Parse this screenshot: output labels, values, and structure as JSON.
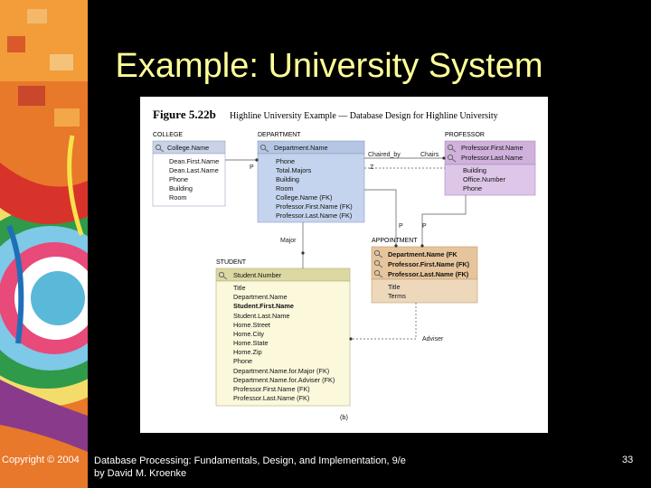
{
  "slide": {
    "title": "Example: University System",
    "copyright": "Copyright © 2004",
    "source_line1": "Database Processing: Fundamentals, Design, and Implementation, 9/e",
    "source_line2": "by David M. Kroenke",
    "page_number": "33"
  },
  "figure": {
    "label": "Figure 5.22b",
    "caption": "Highline University Example — Database Design for Highline University",
    "panel_tag": "(b)",
    "entities": {
      "college": {
        "name": "COLLEGE",
        "keys": [
          "College.Name"
        ],
        "attributes": [
          "Dean.First.Name",
          "Dean.Last.Name",
          "Phone",
          "Building",
          "Room"
        ]
      },
      "department": {
        "name": "DEPARTMENT",
        "keys": [
          "Department.Name"
        ],
        "attributes": [
          "Phone",
          "Total.Majors",
          "Building",
          "Room",
          "College.Name (FK)",
          "Professor.First.Name (FK)",
          "Professor.Last.Name (FK)"
        ]
      },
      "professor": {
        "name": "PROFESSOR",
        "keys": [
          "Professor.First.Name",
          "Professor.Last.Name"
        ],
        "attributes": [
          "Building",
          "Office.Number",
          "Phone"
        ]
      },
      "appointment": {
        "name": "APPOINTMENT",
        "keys": [
          "Department.Name (FK",
          "Professor.First.Name (FK)",
          "Professor.Last.Name (FK)"
        ],
        "attributes": [
          "Title",
          "Terms"
        ]
      },
      "student": {
        "name": "STUDENT",
        "keys": [
          "Student.Number"
        ],
        "attributes": [
          "Title",
          "Department.Name",
          "Student.First.Name",
          "Student.Last.Name",
          "Home.Street",
          "Home.City",
          "Home.State",
          "Home.Zip",
          "Phone",
          "Department.Name.for.Major (FK)",
          "Department.Name.for.Adviser (FK)",
          "Professor.First.Name (FK)",
          "Professor.Last.Name (FK)"
        ]
      }
    },
    "relationships": {
      "chaired_by": "Chaired_by",
      "chairs": "Chairs",
      "major": "Major",
      "adviser": "Adviser",
      "p1": "P",
      "z": "Z",
      "p2": "P",
      "p3": "P"
    },
    "colors": {
      "college_header": "#c9d2e6",
      "department_header": "#b4c6e4",
      "department_body": "#c5d4ee",
      "professor_header": "#cfb1dc",
      "professor_body": "#ddc6e8",
      "appointment_header": "#e6c59c",
      "appointment_body": "#eed8bc",
      "student_header": "#dcd8a4",
      "student_body": "#fbf8dc"
    }
  }
}
